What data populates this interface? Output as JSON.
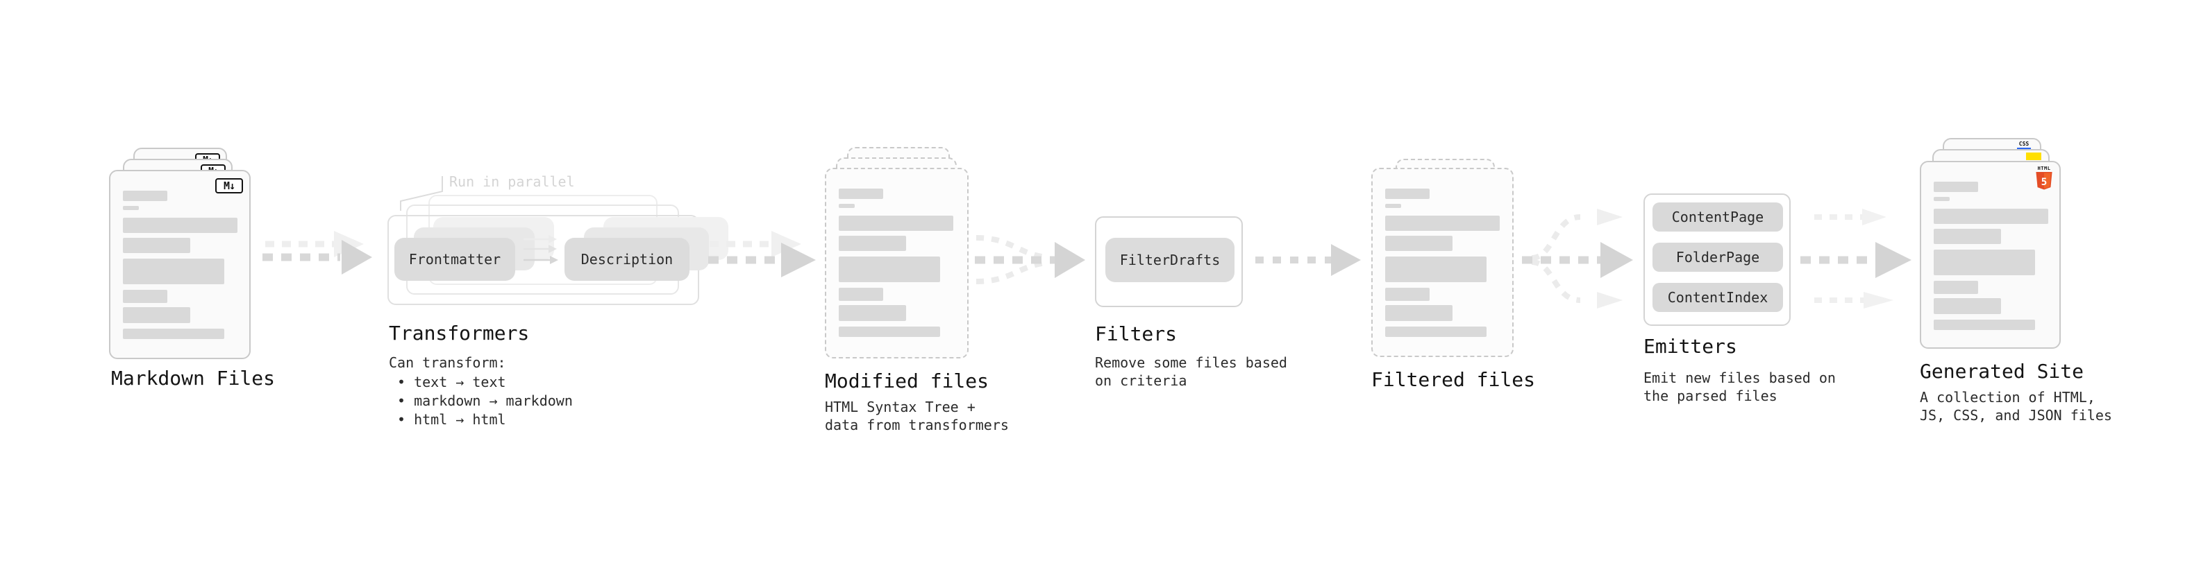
{
  "stages": {
    "markdown": {
      "title": "Markdown Files"
    },
    "transformers": {
      "title": "Transformers",
      "annotation": "Run in parallel",
      "pills": [
        "Frontmatter",
        "Description"
      ],
      "note": "Can transform:",
      "bullets": [
        "• text → text",
        "• markdown → markdown",
        "• html → html"
      ]
    },
    "modified": {
      "title": "Modified files",
      "desc": [
        "HTML Syntax Tree +",
        "data from transformers"
      ]
    },
    "filters": {
      "title": "Filters",
      "pill": "FilterDrafts",
      "desc": [
        "Remove some files based",
        "on criteria"
      ]
    },
    "filtered": {
      "title": "Filtered files"
    },
    "emitters": {
      "title": "Emitters",
      "pills": [
        "ContentPage",
        "FolderPage",
        "ContentIndex"
      ],
      "desc": [
        "Emit new files based on",
        "the parsed files"
      ]
    },
    "generated": {
      "title": "Generated Site",
      "desc": [
        "A collection of HTML,",
        "JS, CSS, and JSON files"
      ]
    }
  },
  "badges": {
    "markdown": "M↓",
    "html_label": "HTML",
    "html_number": "5",
    "css": "CSS"
  },
  "colors": {
    "html_orange": "#e44d26",
    "html_orange_light": "#f16529",
    "js_yellow": "#ffdf00",
    "css_blue": "#2965f1",
    "skeleton_bar": "#d9d9d9",
    "arrow": "#d6d6d6",
    "arrow_ghost": "#eeeeee",
    "card_border": "#c9c9c9"
  },
  "skeleton_bars": [
    {
      "t": 28,
      "w": 64,
      "h": 15
    },
    {
      "t": 50,
      "w": 23,
      "h": 6
    },
    {
      "t": 67,
      "w": 165,
      "h": 22
    },
    {
      "t": 96,
      "w": 97,
      "h": 22
    },
    {
      "t": 126,
      "w": 146,
      "h": 37
    },
    {
      "t": 171,
      "w": 64,
      "h": 19
    },
    {
      "t": 196,
      "w": 97,
      "h": 23
    },
    {
      "t": 227,
      "w": 146,
      "h": 15
    }
  ]
}
